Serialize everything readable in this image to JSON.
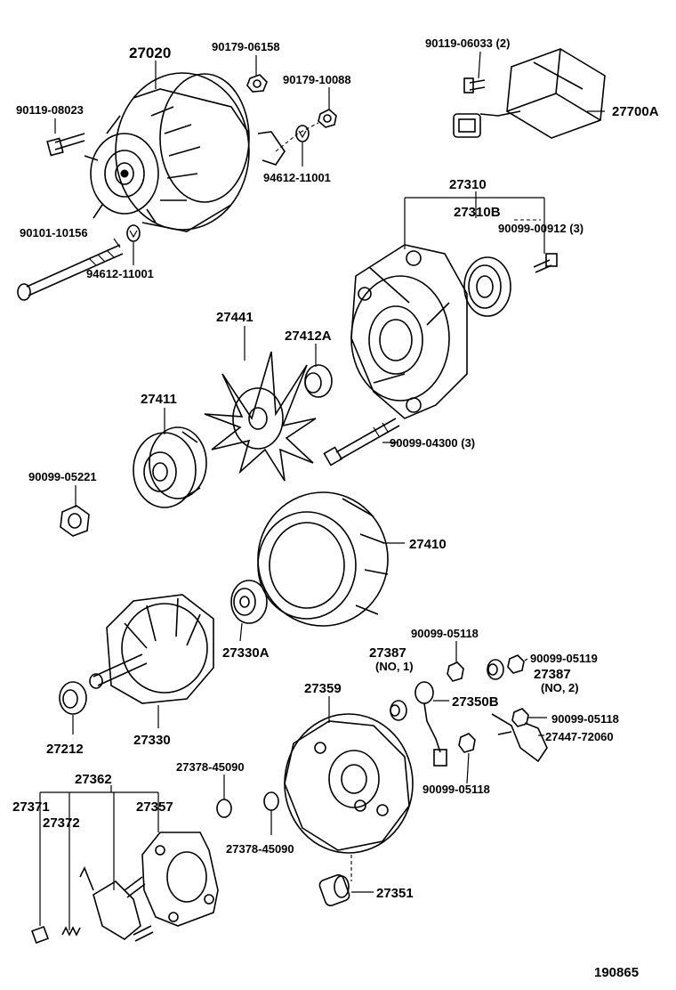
{
  "parts": {
    "p27020": "27020",
    "p90179_06158": "90179-06158",
    "p90179_10088": "90179-10088",
    "p90119_06033": "90119-06033 (2)",
    "p27700A": "27700A",
    "p90119_08023": "90119-08023",
    "p94612_11001_a": "94612-11001",
    "p90101_10156": "90101-10156",
    "p94612_11001_b": "94612-11001",
    "p27310": "27310",
    "p27310B": "27310B",
    "p90099_00912": "90099-00912 (3)",
    "p27441": "27441",
    "p27412A": "27412A",
    "p27411": "27411",
    "p90099_04300": "90099-04300 (3)",
    "p90099_05221": "90099-05221",
    "p27410": "27410",
    "p27330A": "27330A",
    "p90099_05118_a": "90099-05118",
    "p27387_1": "27387",
    "p27387_1_note": "(NO, 1)",
    "p90099_05119": "90099-05119",
    "p27387_2": "27387",
    "p27387_2_note": "(NO, 2)",
    "p27359": "27359",
    "p27350B": "27350B",
    "p27212": "27212",
    "p27330": "27330",
    "p90099_05118_b": "90099-05118",
    "p27447_72060": "27447-72060",
    "p27378_45090_a": "27378-45090",
    "p90099_05118_c": "90099-05118",
    "p27362": "27362",
    "p27371": "27371",
    "p27372": "27372",
    "p27357": "27357",
    "p27378_45090_b": "27378-45090",
    "p27351": "27351"
  },
  "figure_number": "190865"
}
